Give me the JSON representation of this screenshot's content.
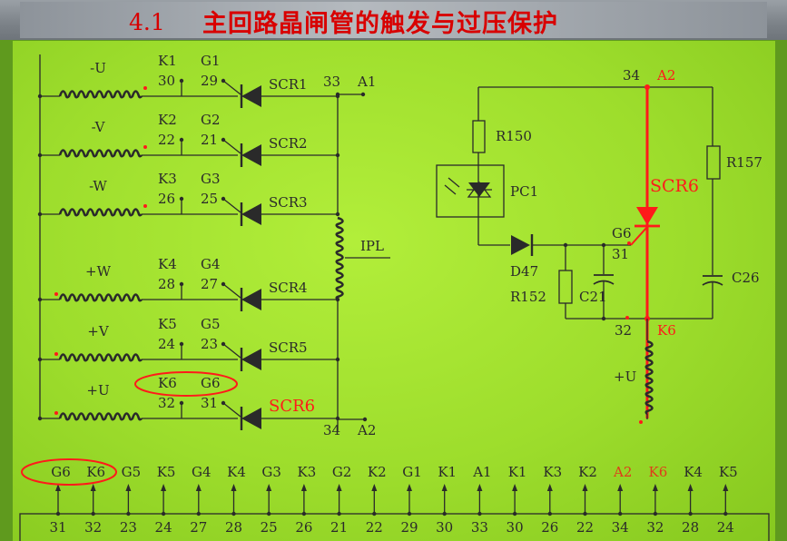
{
  "header": {
    "section_number": "4.1",
    "title": "主回路晶闸管的触发与过压保护"
  },
  "colors": {
    "wire": "#2a2a2a",
    "highlight": "#ff1a1a",
    "title": "#d80000",
    "board": "#a4e230"
  },
  "thyristors": [
    {
      "phase": "-U",
      "k": "K1",
      "g": "G1",
      "k_pin": "30",
      "g_pin": "29",
      "name": "SCR1"
    },
    {
      "phase": "-V",
      "k": "K2",
      "g": "G2",
      "k_pin": "22",
      "g_pin": "21",
      "name": "SCR2"
    },
    {
      "phase": "-W",
      "k": "K3",
      "g": "G3",
      "k_pin": "26",
      "g_pin": "25",
      "name": "SCR3"
    },
    {
      "phase": "+W",
      "k": "K4",
      "g": "G4",
      "k_pin": "28",
      "g_pin": "27",
      "name": "SCR4"
    },
    {
      "phase": "+V",
      "k": "K5",
      "g": "G5",
      "k_pin": "24",
      "g_pin": "23",
      "name": "SCR5"
    },
    {
      "phase": "+U",
      "k": "K6",
      "g": "G6",
      "k_pin": "32",
      "g_pin": "31",
      "name": "SCR6"
    }
  ],
  "left_bus": {
    "top_node": "33",
    "top_label": "A1",
    "inductor": "IPL",
    "bottom_node": "34",
    "bottom_label": "A2"
  },
  "right": {
    "top_node": "34",
    "top_label": "A2",
    "r150": "R150",
    "pc1": "PC1",
    "r157": "R157",
    "scr6": "SCR6",
    "g_label": "G6",
    "g_pin": "31",
    "d47": "D47",
    "r152": "R152",
    "c21": "C21",
    "c26": "C26",
    "k_pin": "32",
    "k_label": "K6",
    "u_label": "+U"
  },
  "connector": {
    "top": [
      "G6",
      "K6",
      "G5",
      "K5",
      "G4",
      "K4",
      "G3",
      "K3",
      "G2",
      "K2",
      "G1",
      "K1",
      "A1",
      "K1",
      "K3",
      "K2",
      "A2",
      "K6",
      "K4",
      "K5"
    ],
    "bottom": [
      "31",
      "32",
      "23",
      "24",
      "27",
      "28",
      "25",
      "26",
      "21",
      "22",
      "29",
      "30",
      "33",
      "30",
      "26",
      "22",
      "34",
      "32",
      "28",
      "24"
    ],
    "red_indices": [
      16,
      17
    ]
  }
}
